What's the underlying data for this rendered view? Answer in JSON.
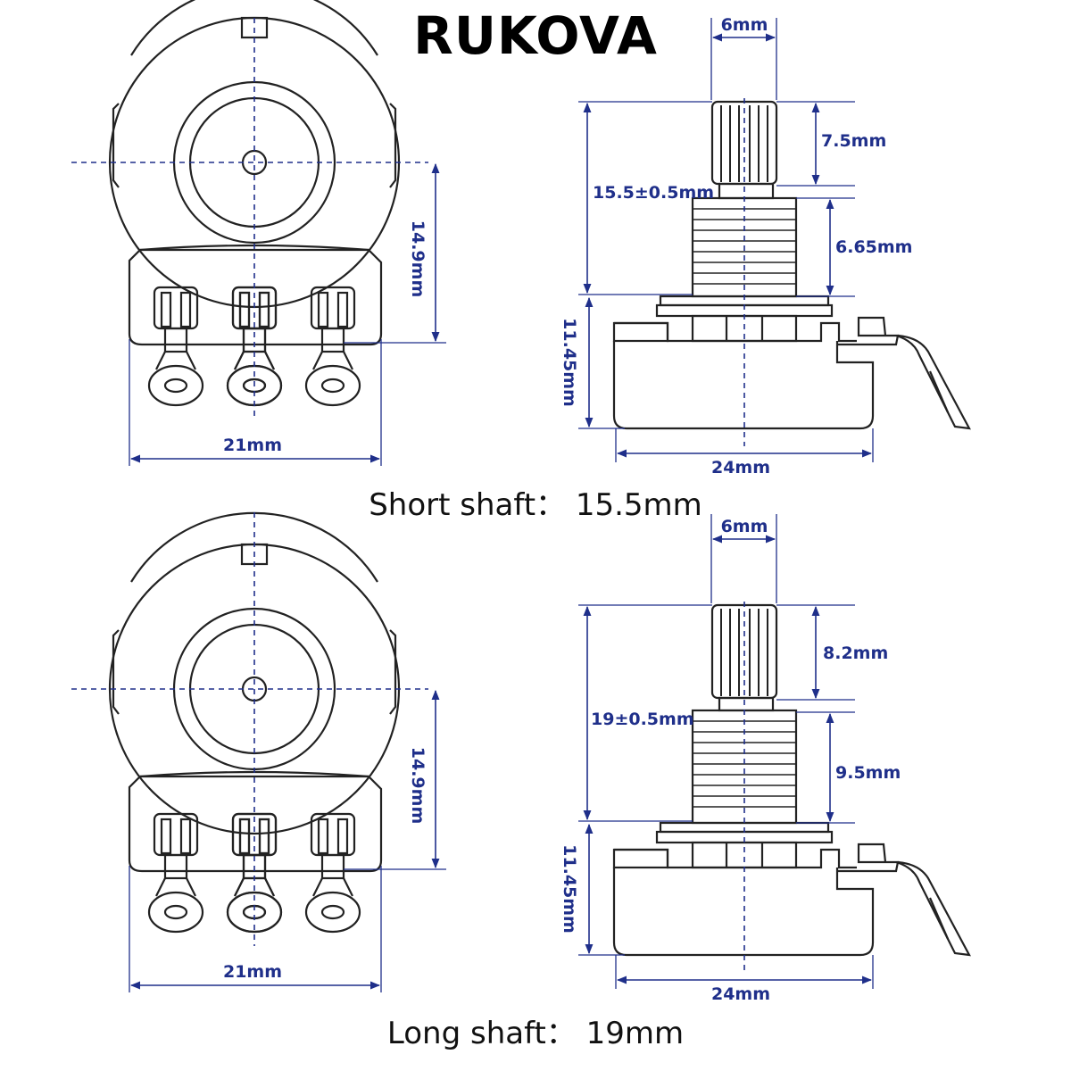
{
  "brand": "RUKOVA",
  "colors": {
    "dimension": "#1f2f8a",
    "outline": "#222222"
  },
  "short": {
    "caption": "Short shaft： 15.5mm",
    "front": {
      "height": "14.9mm",
      "width": "21mm"
    },
    "side": {
      "shaft_dia": "6mm",
      "knurl": "7.5mm",
      "thread": "6.65mm",
      "shaft_total": "15.5±0.5mm",
      "body_h": "11.45mm",
      "body_w": "24mm"
    }
  },
  "long": {
    "caption": "Long shaft： 19mm",
    "front": {
      "height": "14.9mm",
      "width": "21mm"
    },
    "side": {
      "shaft_dia": "6mm",
      "knurl": "8.2mm",
      "thread": "9.5mm",
      "shaft_total": "19±0.5mm",
      "body_h": "11.45mm",
      "body_w": "24mm"
    }
  }
}
